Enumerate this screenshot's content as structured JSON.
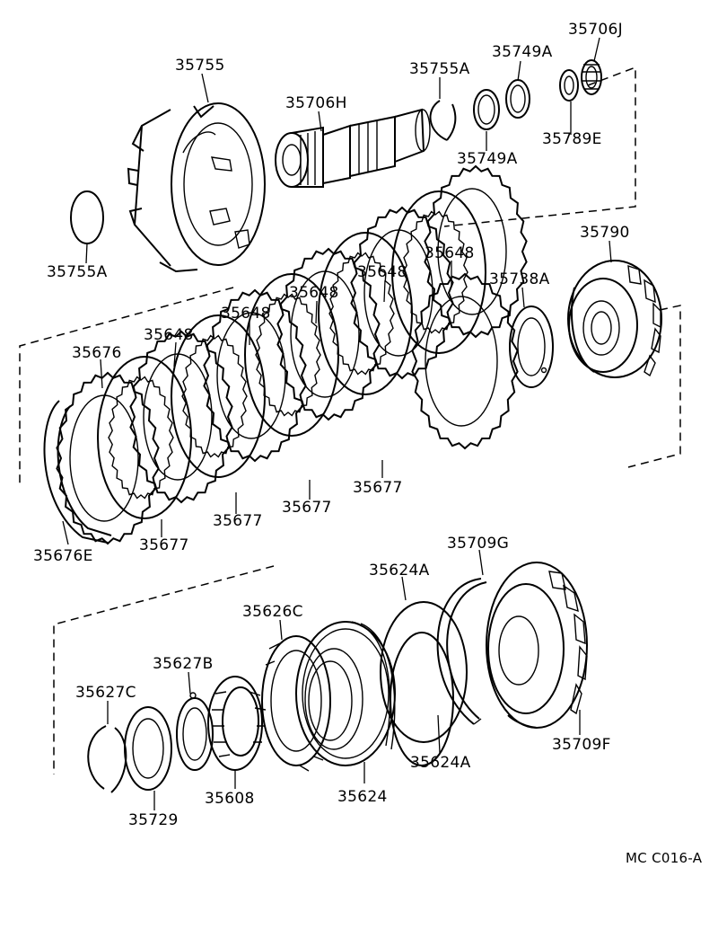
{
  "diagram": {
    "labels": {
      "p35706J": "35706J",
      "p35749A_top": "35749A",
      "p35755": "35755",
      "p35755A_top": "35755A",
      "p35706H": "35706H",
      "p35789E": "35789E",
      "p35749A_bottom": "35749A",
      "p35755A_left": "35755A",
      "p35790": "35790",
      "p35648_a": "35648",
      "p35648_b": "35648",
      "p35648_c": "35648",
      "p35648_d": "35648",
      "p35648_e": "35648",
      "p35738A": "35738A",
      "p35676": "35676",
      "p35677_a": "35677",
      "p35677_b": "35677",
      "p35677_c": "35677",
      "p35677_d": "35677",
      "p35676E": "35676E",
      "p35709G": "35709G",
      "p35624A_top": "35624A",
      "p35626C": "35626C",
      "p35627B": "35627B",
      "p35627C": "35627C",
      "p35709F": "35709F",
      "p35624A_bottom": "35624A",
      "p35624": "35624",
      "p35608": "35608",
      "p35729": "35729"
    },
    "drawing_code": "MC  C016-A"
  }
}
